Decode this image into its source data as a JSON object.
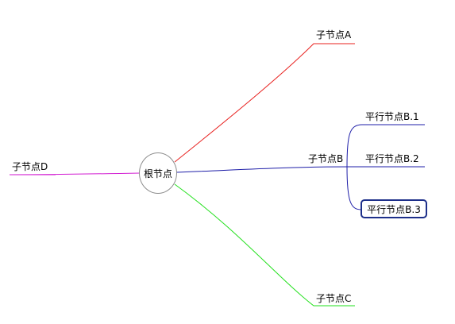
{
  "mindmap": {
    "root": {
      "label": "根节点"
    },
    "children": [
      {
        "id": "a",
        "label": "子节点A",
        "color": "#e8201e"
      },
      {
        "id": "b",
        "label": "子节点B",
        "color": "#1e1ea8",
        "children": [
          {
            "id": "b1",
            "label": "平行节点B.1"
          },
          {
            "id": "b2",
            "label": "平行节点B.2"
          },
          {
            "id": "b3",
            "label": "平行节点B.3",
            "selected": true
          }
        ]
      },
      {
        "id": "c",
        "label": "子节点C",
        "color": "#22e01c"
      },
      {
        "id": "d",
        "label": "子节点D",
        "color": "#d21ed2"
      }
    ]
  }
}
